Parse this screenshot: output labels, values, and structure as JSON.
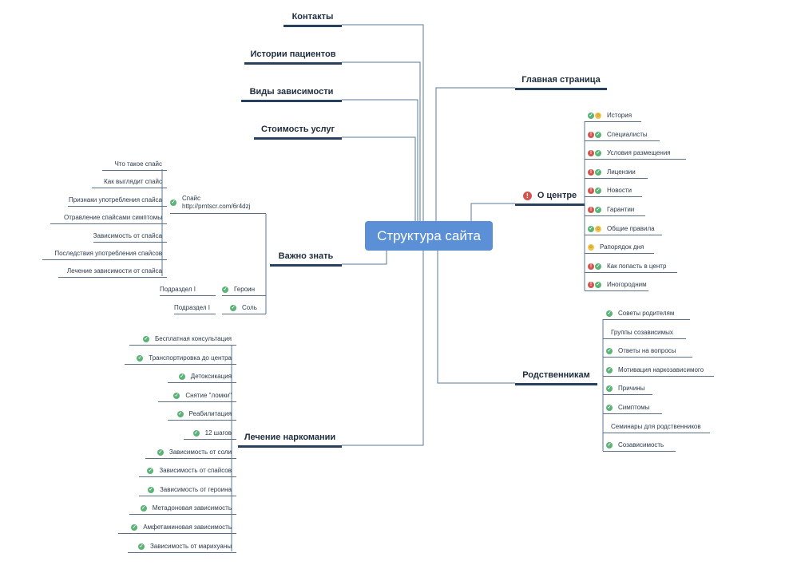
{
  "title": "Структура сайта",
  "colors": {
    "center": "#5b8fd6",
    "main_line": "#27405f",
    "ok": "#5cb377",
    "warn": "#d0574f",
    "smile": "#f0c44c"
  },
  "main": {
    "contacts": "Контакты",
    "stories": "Истории пациентов",
    "types": "Виды зависимости",
    "cost": "Стоимость услуг",
    "important": "Важно знать",
    "treatment": "Лечение наркомании",
    "home": "Главная страница",
    "about": "О центре",
    "relatives": "Родственникам"
  },
  "about_items": [
    {
      "label": "История",
      "icons": [
        "ok",
        "smile"
      ]
    },
    {
      "label": "Специалисты",
      "icons": [
        "warn",
        "ok"
      ]
    },
    {
      "label": "Условия размещения",
      "icons": [
        "warn",
        "ok"
      ]
    },
    {
      "label": "Лицензии",
      "icons": [
        "warn",
        "ok"
      ]
    },
    {
      "label": "Новости",
      "icons": [
        "warn",
        "ok"
      ]
    },
    {
      "label": "Гарантии",
      "icons": [
        "warn",
        "ok"
      ]
    },
    {
      "label": "Общие правила",
      "icons": [
        "ok",
        "smile"
      ]
    },
    {
      "label": "Рапорядок дня",
      "icons": [
        "smile"
      ]
    },
    {
      "label": "Как попасть в центр",
      "icons": [
        "warn",
        "ok"
      ]
    },
    {
      "label": "Иногородним",
      "icons": [
        "warn",
        "ok"
      ]
    }
  ],
  "relatives_items": [
    {
      "label": "Советы родителям",
      "icons": [
        "ok"
      ]
    },
    {
      "label": "Группы созависимых",
      "icons": []
    },
    {
      "label": "Ответы на вопросы",
      "icons": [
        "ok"
      ]
    },
    {
      "label": "Мотивация наркозависимого",
      "icons": [
        "ok"
      ]
    },
    {
      "label": "Причины",
      "icons": [
        "ok"
      ]
    },
    {
      "label": "Симптомы",
      "icons": [
        "ok"
      ]
    },
    {
      "label": "Семинары для родственников",
      "icons": []
    },
    {
      "label": "Созависимость",
      "icons": [
        "ok"
      ]
    }
  ],
  "treatment_items": [
    {
      "label": "Бесплатная консультация",
      "icons": [
        "ok"
      ]
    },
    {
      "label": "Транспортировка до центра",
      "icons": [
        "ok"
      ]
    },
    {
      "label": "Детоксикация",
      "icons": [
        "ok"
      ]
    },
    {
      "label": "Снятие \"ломки\"",
      "icons": [
        "ok"
      ]
    },
    {
      "label": "Реабилитация",
      "icons": [
        "ok"
      ]
    },
    {
      "label": "12 шагов",
      "icons": [
        "ok"
      ]
    },
    {
      "label": "Зависимость от соли",
      "icons": [
        "ok"
      ]
    },
    {
      "label": "Зависимость от спайсов",
      "icons": [
        "ok"
      ]
    },
    {
      "label": "Зависимость от героина",
      "icons": [
        "ok"
      ]
    },
    {
      "label": "Метадоновая зависимость",
      "icons": [
        "ok"
      ]
    },
    {
      "label": "Амфетаминовая зависимость",
      "icons": [
        "ok"
      ]
    },
    {
      "label": "Зависимость от марихуаны",
      "icons": [
        "ok"
      ]
    }
  ],
  "important_items": {
    "spice": {
      "label": "Спайс",
      "link": "http://prntscr.com/6r4dzj"
    },
    "heroin": {
      "label": "Героин",
      "sub": "Подраздел I"
    },
    "salt": {
      "label": "Соль",
      "sub": "Подраздел I"
    }
  },
  "spice_items": [
    "Что такое спайс",
    "Как выглядит спайс",
    "Признаки употребления спайса",
    "Отравление спайсами симптомы",
    "Зависимость от спайса",
    "Последствия употребления спайсов",
    "Лечение зависимости от спайса"
  ]
}
